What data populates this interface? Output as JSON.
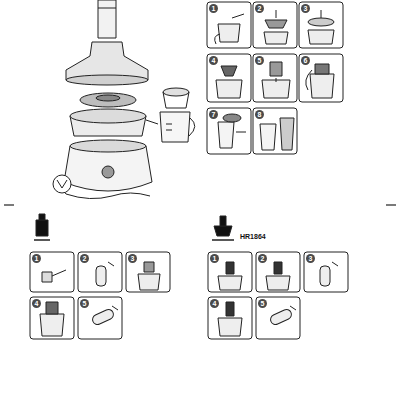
{
  "diagram": {
    "labels": [
      "1",
      "2",
      "3",
      "4",
      "5",
      "6",
      "7",
      "8",
      "1",
      "2",
      "3",
      "4",
      "5",
      "HR1864",
      "1",
      "2",
      "3",
      "4",
      "5"
    ]
  }
}
